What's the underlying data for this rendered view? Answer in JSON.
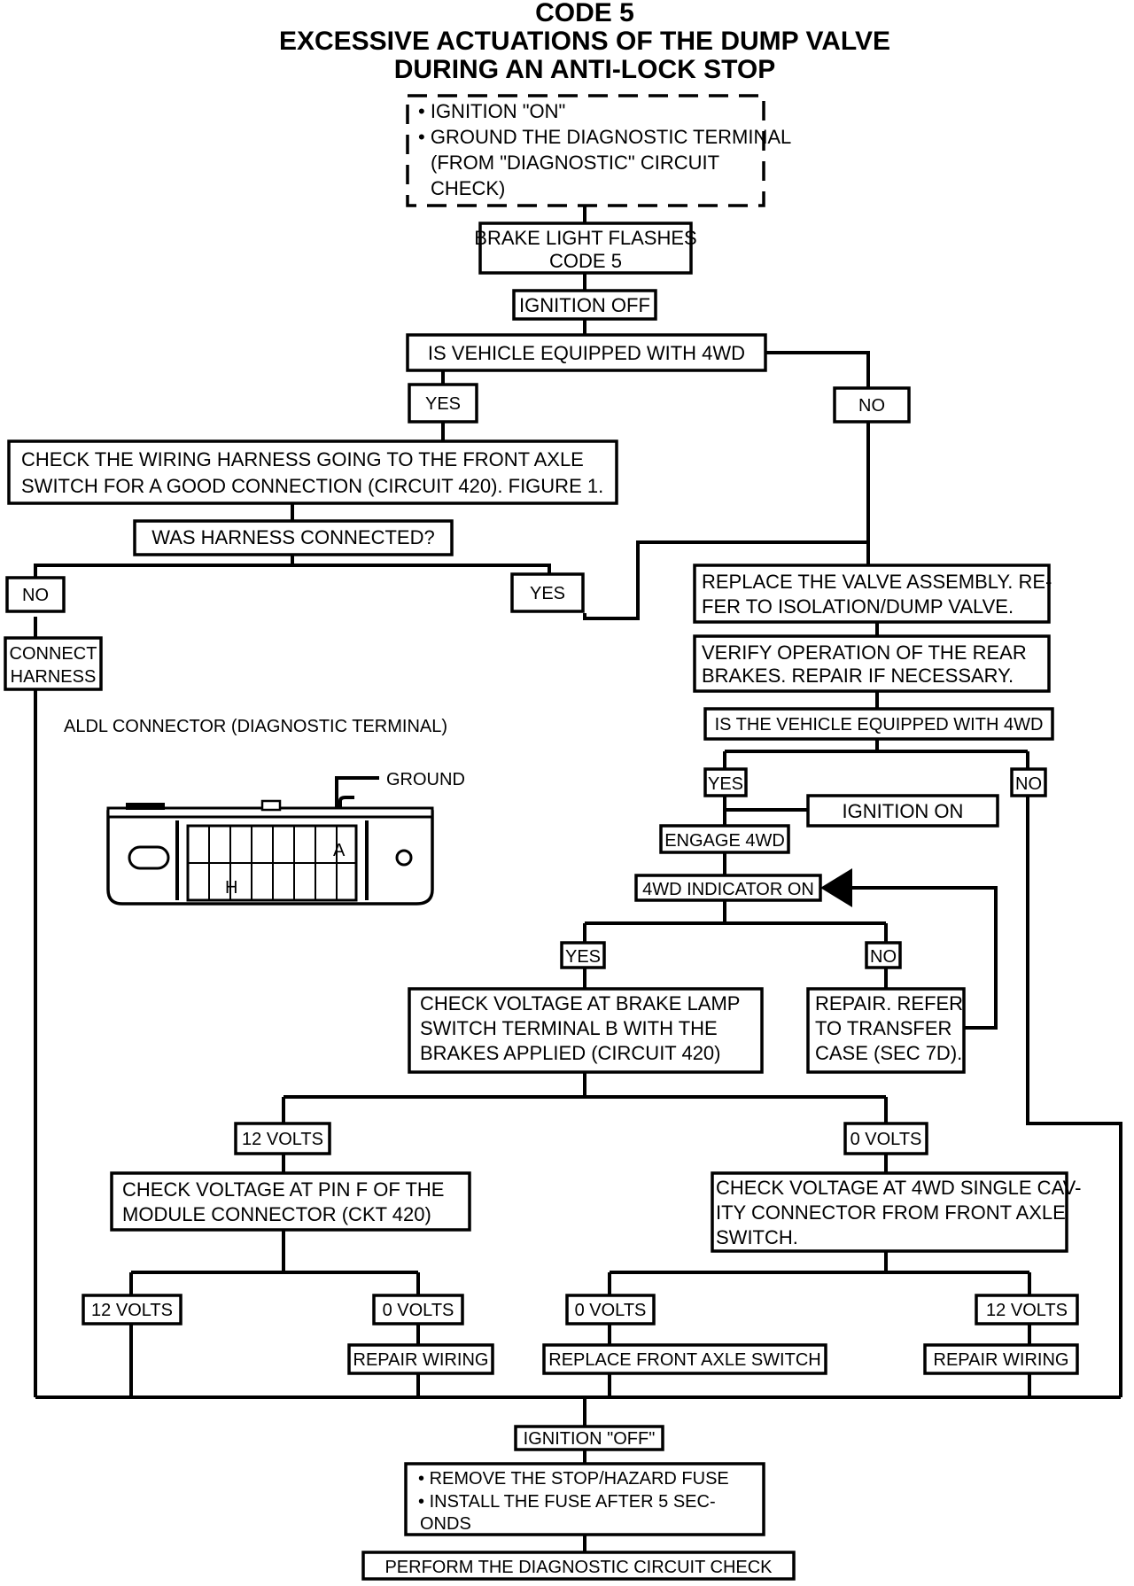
{
  "title": {
    "line1": "CODE 5",
    "line2": "EXCESSIVE ACTUATIONS OF THE DUMP VALVE",
    "line3": "DURING AN ANTI-LOCK STOP"
  },
  "steps": {
    "pre": {
      "b1": "IGNITION \"ON\"",
      "b2": "GROUND THE DIAGNOSTIC TERMINAL",
      "b3": "(FROM \"DIAGNOSTIC\" CIRCUIT",
      "b4": "CHECK)"
    },
    "brake_light": {
      "l1": "BRAKE LIGHT FLASHES",
      "l2": "CODE 5"
    },
    "ignition_off_1": "IGNITION OFF",
    "q_4wd_1": "IS VEHICLE EQUIPPED WITH 4WD",
    "yes_1": "YES",
    "no_1": "NO",
    "check_harness": {
      "l1": "CHECK THE WIRING HARNESS GOING TO THE FRONT AXLE",
      "l2": "SWITCH FOR A GOOD CONNECTION (CIRCUIT 420). FIGURE 1."
    },
    "q_harness": "WAS HARNESS CONNECTED?",
    "no_2": "NO",
    "yes_2": "YES",
    "connect_harness": {
      "l1": "CONNECT",
      "l2": "HARNESS"
    },
    "replace_valve": {
      "l1": "REPLACE THE VALVE ASSEMBLY. RE-",
      "l2": "FER TO ISOLATION/DUMP VALVE."
    },
    "verify_rear": {
      "l1": "VERIFY OPERATION OF THE REAR",
      "l2": "BRAKES. REPAIR IF NECESSARY."
    },
    "q_4wd_2": "IS THE VEHICLE EQUIPPED WITH 4WD",
    "yes_3": "YES",
    "no_3": "NO",
    "ignition_on": "IGNITION ON",
    "engage_4wd": "ENGAGE 4WD",
    "indicator_on": "4WD INDICATOR ON",
    "yes_4": "YES",
    "no_4": "NO",
    "check_brake_lamp": {
      "l1": "CHECK VOLTAGE AT BRAKE LAMP",
      "l2": "SWITCH TERMINAL B WITH THE",
      "l3": "BRAKES APPLIED (CIRCUIT 420)"
    },
    "repair_transfer": {
      "l1": "REPAIR. REFER",
      "l2": "TO TRANSFER",
      "l3": "CASE (SEC 7D)."
    },
    "v12_a": "12 VOLTS",
    "v0_a": "0 VOLTS",
    "check_pin_f": {
      "l1": "CHECK VOLTAGE AT PIN F OF THE",
      "l2": "MODULE CONNECTOR (CKT 420)"
    },
    "check_single_cavity": {
      "l1": "CHECK VOLTAGE AT 4WD SINGLE CAV-",
      "l2": "ITY CONNECTOR FROM FRONT AXLE",
      "l3": "SWITCH."
    },
    "v12_b": "12 VOLTS",
    "v0_b": "0 VOLTS",
    "v0_c": "0 VOLTS",
    "v12_c": "12 VOLTS",
    "repair_wiring_1": "REPAIR WIRING",
    "replace_switch": "REPLACE FRONT AXLE SWITCH",
    "repair_wiring_2": "REPAIR WIRING",
    "ignition_off_2": "IGNITION \"OFF\"",
    "fuse": {
      "b1": "REMOVE THE STOP/HAZARD FUSE",
      "b2": "INSTALL THE FUSE AFTER 5 SEC-",
      "b3": "ONDS"
    },
    "perform_check": "PERFORM THE DIAGNOSTIC CIRCUIT CHECK"
  },
  "connector_figure": {
    "caption": "ALDL CONNECTOR (DIAGNOSTIC TERMINAL)",
    "ground_label": "GROUND",
    "pin_a": "A",
    "pin_h": "H"
  }
}
